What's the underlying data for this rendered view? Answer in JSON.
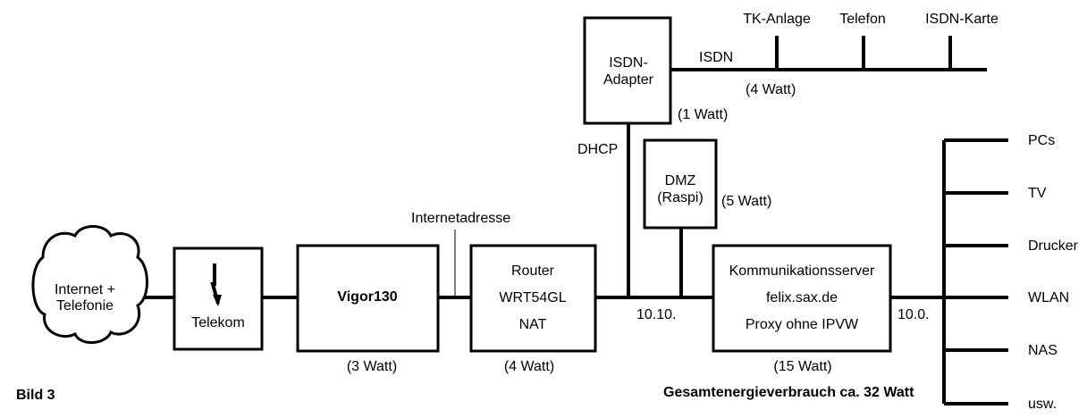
{
  "figure_label": "Bild 3",
  "total_energy": "Gesamtenergieverbrauch ca. 32 Watt",
  "nodes": {
    "internet": {
      "line1": "Internet +",
      "line2": "Telefonie"
    },
    "telekom": {
      "label": "Telekom"
    },
    "vigor": {
      "label": "Vigor130",
      "power": "(3 Watt)"
    },
    "router": {
      "line1": "Router",
      "line2": "WRT54GL",
      "line3": "NAT",
      "power": "(4 Watt)"
    },
    "isdn_adapter": {
      "line1": "ISDN-",
      "line2": "Adapter",
      "power": "(1 Watt)"
    },
    "dmz": {
      "line1": "DMZ",
      "line2": "(Raspi)",
      "power": "(5 Watt)"
    },
    "server": {
      "line1": "Kommunikationsserver",
      "line2": "felix.sax.de",
      "line3": "Proxy ohne IPVW",
      "power": "(15 Watt)"
    }
  },
  "labels": {
    "internetadresse": "Internetadresse",
    "dhcp": "DHCP",
    "net_10_10": "10.10.",
    "net_10_0": "10.0.",
    "isdn": "ISDN",
    "isdn_bus_power": "(4 Watt)"
  },
  "isdn_devices": [
    "TK-Anlage",
    "Telefon",
    "ISDN-Karte"
  ],
  "lan_devices": [
    "PCs",
    "TV",
    "Drucker",
    "WLAN",
    "NAS",
    "usw."
  ]
}
